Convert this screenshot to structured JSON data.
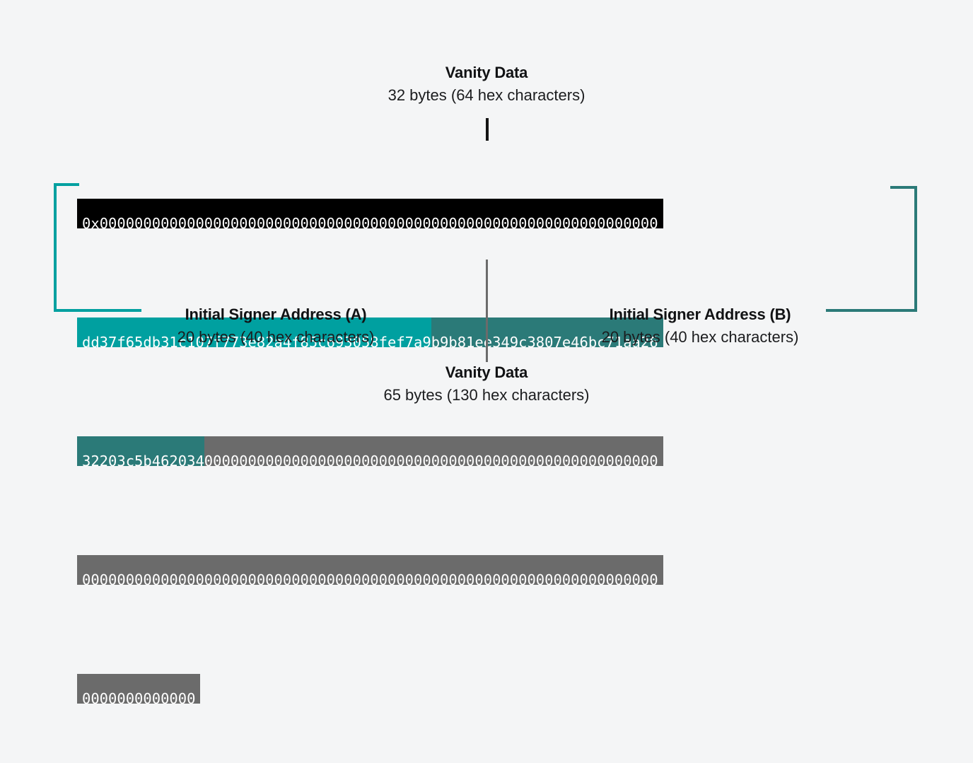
{
  "diagram": {
    "title_top": "Vanity Data",
    "subtitle_top": "32 bytes (64 hex characters)",
    "title_bottom": "Vanity Data",
    "subtitle_bottom": "65 bytes (130 hex characters)",
    "signer_a_title": "Initial Signer Address (A)",
    "signer_a_subtitle": "20 bytes (40 hex characters)",
    "signer_b_title": "Initial Signer Address (B)",
    "signer_b_subtitle": "20 bytes (40 hex characters)"
  },
  "colors": {
    "background": "#f4f5f6",
    "vanity_top_block": "#000000",
    "signer_a": "#00a0a0",
    "signer_b": "#2b7a78",
    "vanity_bottom_block": "#6b6b6b",
    "text_on_block": "#ffffff",
    "label_text": "#111214"
  },
  "hex": {
    "prefix": "0x",
    "row1_zeros": "0000000000000000000000000000000000000000000000000000000000000000",
    "row2_signer_a": "dd37f65db31c107f773e82a4f85c693058fef7a9",
    "row2_signer_b": "b9b81ee349c3807e46bc71aa26",
    "row3_signer_b": "32203c5b462034",
    "row3_zeros": "0000000000000000000000000000000000000000000000000000",
    "row4_zeros": "000000000000000000000000000000000000000000000000000000000000000000",
    "row5_zeros": "0000000000000"
  }
}
